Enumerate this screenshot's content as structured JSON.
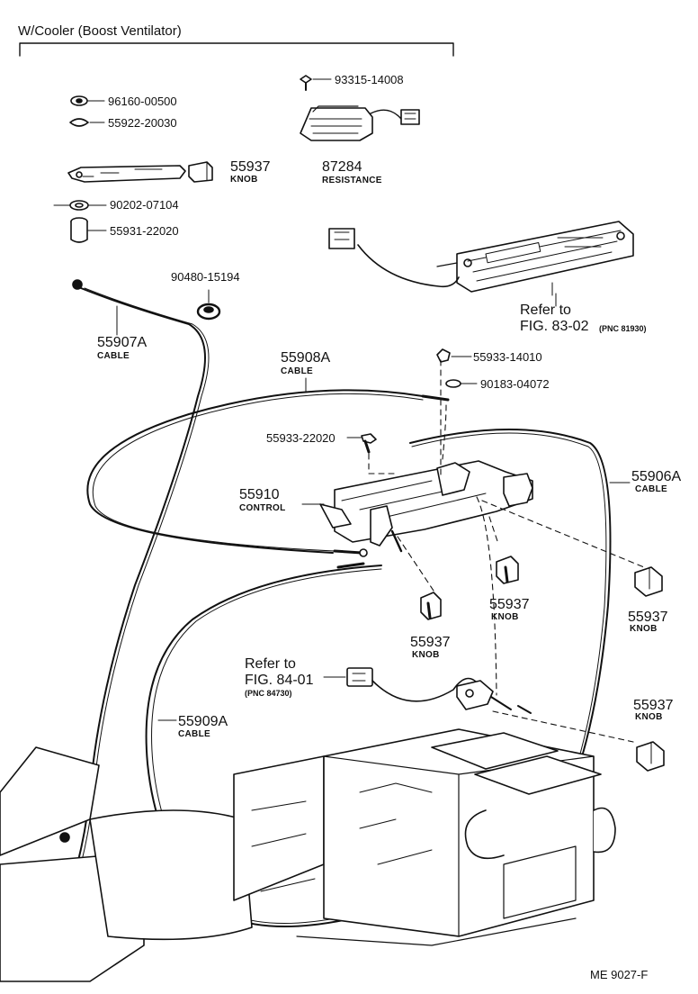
{
  "header": {
    "title": "W/Cooler (Boost Ventilator)"
  },
  "parts": [
    {
      "id": "p_93315",
      "number": "93315-14008"
    },
    {
      "id": "p_96160",
      "number": "96160-00500"
    },
    {
      "id": "p_55922",
      "number": "55922-20030"
    },
    {
      "id": "p_55937_top",
      "number": "55937",
      "name": "KNOB"
    },
    {
      "id": "p_87284",
      "number": "87284",
      "name": "RESISTANCE"
    },
    {
      "id": "p_90202",
      "number": "90202-07104"
    },
    {
      "id": "p_55931",
      "number": "55931-22020"
    },
    {
      "id": "p_90480",
      "number": "90480-15194"
    },
    {
      "id": "p_55907A",
      "number": "55907A",
      "name": "CABLE"
    },
    {
      "id": "p_55908A",
      "number": "55908A",
      "name": "CABLE"
    },
    {
      "id": "p_55933_14010",
      "number": "55933-14010"
    },
    {
      "id": "p_90183",
      "number": "90183-04072"
    },
    {
      "id": "p_55933_22020",
      "number": "55933-22020"
    },
    {
      "id": "p_55910",
      "number": "55910",
      "name": "CONTROL"
    },
    {
      "id": "p_55906A",
      "number": "55906A",
      "name": "CABLE"
    },
    {
      "id": "p_55937_mid",
      "number": "55937",
      "name": "KNOB"
    },
    {
      "id": "p_55937_right",
      "number": "55937",
      "name": "KNOB"
    },
    {
      "id": "p_55937_left",
      "number": "55937",
      "name": "KNOB"
    },
    {
      "id": "p_55937_lowright",
      "number": "55937",
      "name": "KNOB"
    },
    {
      "id": "p_55909A",
      "number": "55909A",
      "name": "CABLE"
    }
  ],
  "references": [
    {
      "id": "ref_83",
      "line1": "Refer to",
      "line2": "FIG. 83-02",
      "pnc": "(PNC 81930)"
    },
    {
      "id": "ref_84",
      "line1": "Refer to",
      "line2": "FIG. 84-01",
      "pnc": "(PNC 84730)"
    }
  ],
  "footer": {
    "code": "ME  9027-F"
  }
}
